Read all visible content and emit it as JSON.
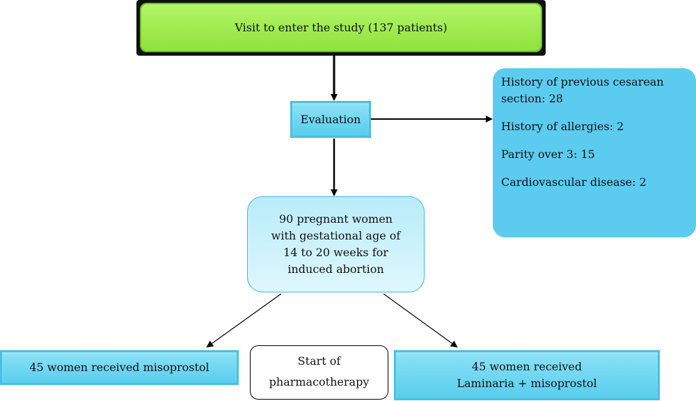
{
  "flowchart": {
    "start": "Visit to enter the study (137 patients)",
    "evaluation": "Evaluation",
    "exclusions": [
      "History of previous cesarean section: 28",
      "History of allergies: 2",
      "Parity over 3: 15",
      "Cardiovascular disease: 2"
    ],
    "cohort": "90 pregnant women with gestational age of 14 to 20 weeks for induced abortion",
    "arm_misoprostol": "45 women received misoprostol",
    "pharmacotherapy_line1": "Start of",
    "pharmacotherapy_line2": "pharmacotherapy",
    "arm_laminaria": "45 women received Laminaria + misoprostol"
  },
  "colors": {
    "start_fill": "#9be84a",
    "box_fill": "#5ccbf0",
    "cohort_fill": "#c6effb",
    "arrow": "#000000"
  }
}
